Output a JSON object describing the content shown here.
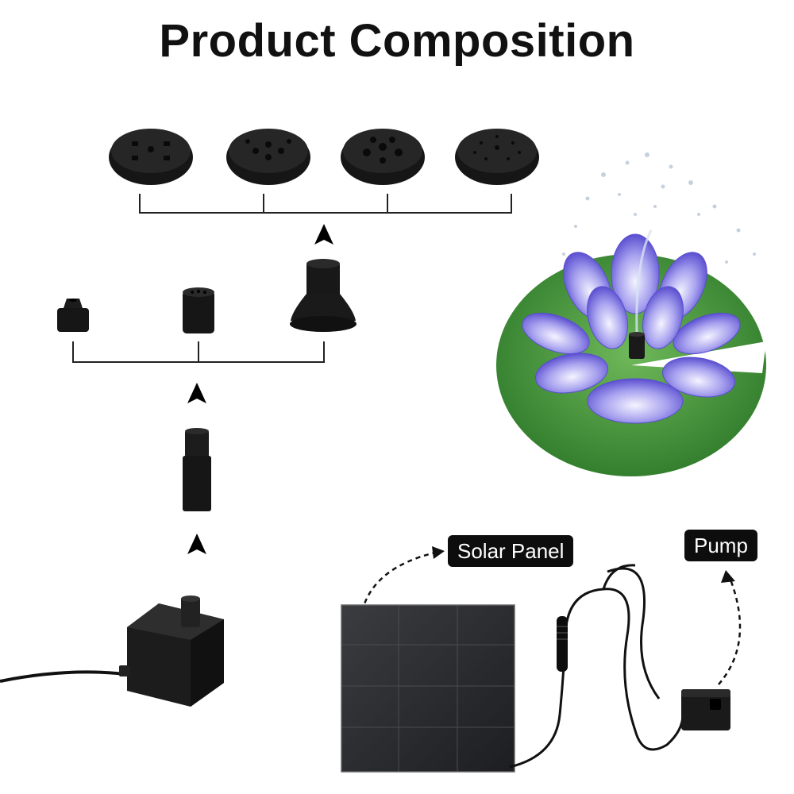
{
  "title": "Product Composition",
  "labels": {
    "solar_panel": "Solar Panel",
    "pump": "Pump"
  },
  "colors": {
    "part_black": "#1a1a1a",
    "lily_pad_green": "#3f8f3a",
    "lotus_purple": "#6a5fd8"
  },
  "icons": [
    "arrow-up-icon",
    "curved-dashed-arrow-icon"
  ]
}
